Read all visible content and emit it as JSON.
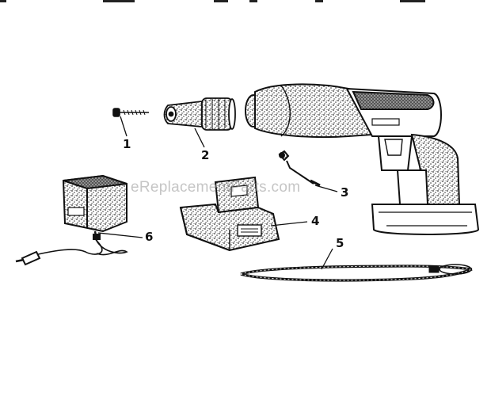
{
  "watermark": "eReplacementParts.com",
  "callouts": [
    "1",
    "2",
    "3",
    "4",
    "5",
    "6"
  ],
  "parts": [
    {
      "callout": "1",
      "icon": "screw-icon"
    },
    {
      "callout": "2",
      "icon": "drill-chuck-icon"
    },
    {
      "callout": "3",
      "icon": "chuck-key-icon"
    },
    {
      "callout": "4",
      "icon": "battery-pack-icon"
    },
    {
      "callout": "5",
      "icon": "lanyard-strap-icon"
    },
    {
      "callout": "6",
      "icon": "charger-icon"
    }
  ],
  "colors": {
    "ink": "#111111",
    "speckle": "#444444",
    "paper": "#ffffff"
  }
}
